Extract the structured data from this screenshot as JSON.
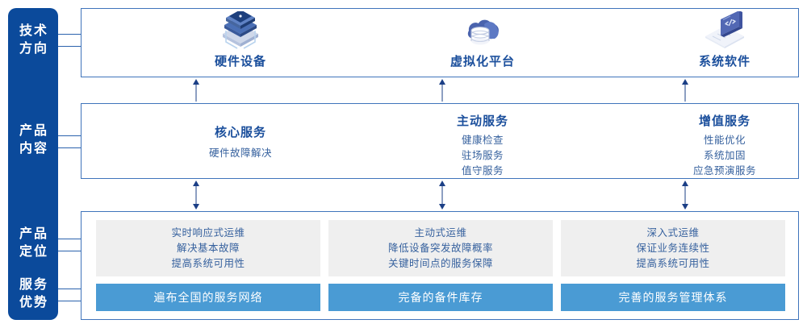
{
  "rail": {
    "color": "#0B4A9B",
    "items": [
      {
        "name": "tech-direction",
        "lines": [
          "技术",
          "方向"
        ]
      },
      {
        "name": "product-content",
        "lines": [
          "产品",
          "内容"
        ]
      },
      {
        "name": "product-position",
        "lines": [
          "产品",
          "定位"
        ]
      },
      {
        "name": "service-advantage",
        "lines": [
          "服务",
          "优势"
        ]
      }
    ]
  },
  "tech_row": {
    "columns": [
      {
        "icon": "server-stack-icon",
        "label": "硬件设备"
      },
      {
        "icon": "cloud-database-icon",
        "label": "虚拟化平台"
      },
      {
        "icon": "laptop-code-icon",
        "label": "系统软件"
      }
    ]
  },
  "content_row": {
    "columns": [
      {
        "title": "核心服务",
        "items": [
          "硬件故障解决"
        ]
      },
      {
        "title": "主动服务",
        "items": [
          "健康检查",
          "驻场服务",
          "值守服务"
        ]
      },
      {
        "title": "增值服务",
        "items": [
          "性能优化",
          "系统加固",
          "应急预演服务"
        ]
      }
    ]
  },
  "position_row": {
    "columns": [
      {
        "points": [
          "实时响应式运维",
          "解决基本故障",
          "提高系统可用性"
        ],
        "advantage": "遍布全国的服务网络"
      },
      {
        "points": [
          "主动式运维",
          "降低设备突发故障概率",
          "关键时间点的服务保障"
        ],
        "advantage": "完备的备件库存"
      },
      {
        "points": [
          "深入式运维",
          "保证业务连续性",
          "提高系统可用性"
        ],
        "advantage": "完善的服务管理体系"
      }
    ]
  },
  "colors": {
    "rail_blue": "#0B4A9B",
    "box_border": "#3f74bb",
    "title_blue": "#1b4f9c",
    "text_blue": "#36619e",
    "gray_panel": "#efefef",
    "bar_blue": "#4a9bd4",
    "arrow": "#1b3f86"
  }
}
